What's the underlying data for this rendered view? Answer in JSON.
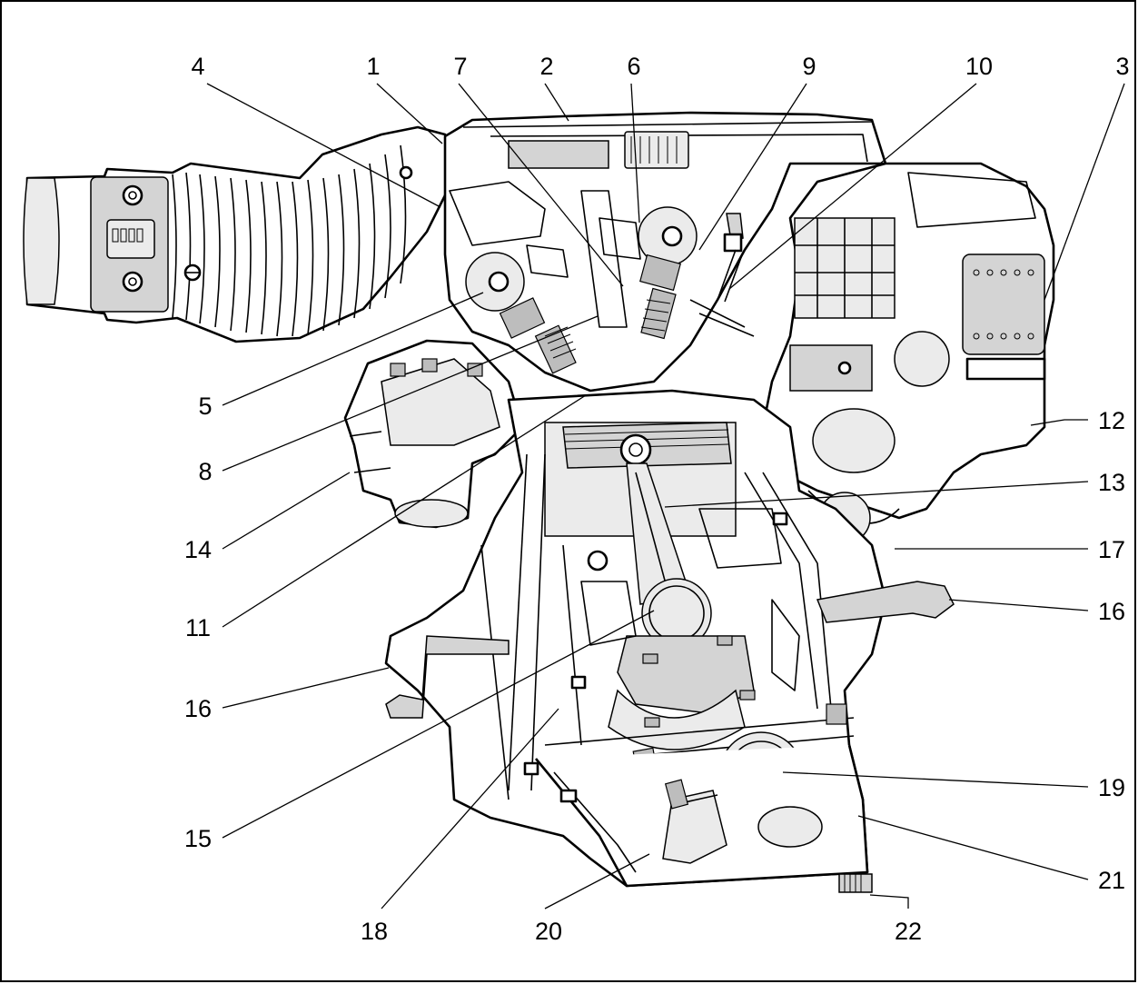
{
  "diagram": {
    "callouts": [
      {
        "id": "callout-4",
        "text": "4"
      },
      {
        "id": "callout-1",
        "text": "1"
      },
      {
        "id": "callout-7",
        "text": "7"
      },
      {
        "id": "callout-2",
        "text": "2"
      },
      {
        "id": "callout-6",
        "text": "6"
      },
      {
        "id": "callout-9",
        "text": "9"
      },
      {
        "id": "callout-10",
        "text": "10"
      },
      {
        "id": "callout-3",
        "text": "3"
      },
      {
        "id": "callout-5",
        "text": "5"
      },
      {
        "id": "callout-8",
        "text": "8"
      },
      {
        "id": "callout-14",
        "text": "14"
      },
      {
        "id": "callout-11",
        "text": "11"
      },
      {
        "id": "callout-16a",
        "text": "16"
      },
      {
        "id": "callout-15",
        "text": "15"
      },
      {
        "id": "callout-18",
        "text": "18"
      },
      {
        "id": "callout-20",
        "text": "20"
      },
      {
        "id": "callout-22",
        "text": "22"
      },
      {
        "id": "callout-12",
        "text": "12"
      },
      {
        "id": "callout-13",
        "text": "13"
      },
      {
        "id": "callout-17",
        "text": "17"
      },
      {
        "id": "callout-16b",
        "text": "16"
      },
      {
        "id": "callout-19",
        "text": "19"
      },
      {
        "id": "callout-21",
        "text": "21"
      }
    ]
  }
}
